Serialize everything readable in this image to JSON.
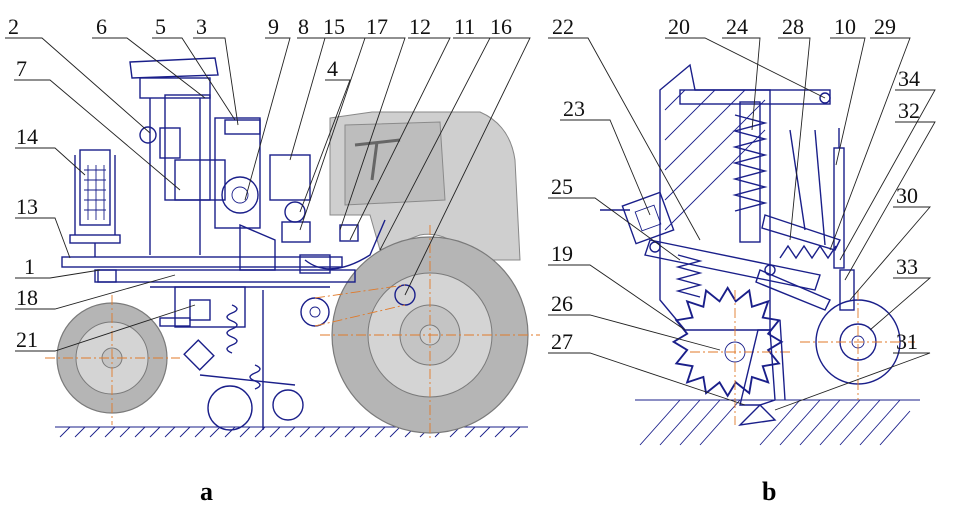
{
  "panels": [
    {
      "caption": "a",
      "labels": [
        "2",
        "6",
        "5",
        "3",
        "9",
        "8",
        "15",
        "17",
        "12",
        "11",
        "16",
        "4",
        "7",
        "14",
        "13",
        "1",
        "18",
        "21"
      ]
    },
    {
      "caption": "b",
      "labels": [
        "22",
        "20",
        "24",
        "28",
        "10",
        "29",
        "34",
        "23",
        "32",
        "30",
        "25",
        "19",
        "33",
        "26",
        "27",
        "31"
      ]
    }
  ],
  "colors": {
    "line": "#1a1f8a",
    "centerline": "#e07a2a",
    "tractor_fill": "#c9c9c9",
    "tire_fill": "#b5b5b5",
    "background": "#ffffff"
  }
}
